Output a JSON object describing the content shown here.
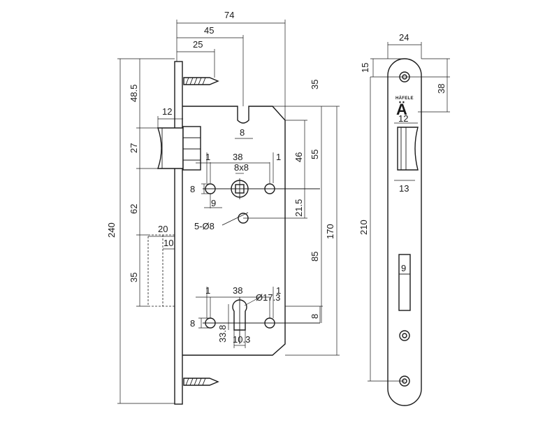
{
  "drawing": {
    "front_view": {
      "dimensions": [
        {
          "key": "d74",
          "label": "74"
        },
        {
          "key": "d45",
          "label": "45"
        },
        {
          "key": "d25",
          "label": "25"
        },
        {
          "key": "d35top",
          "label": "35"
        },
        {
          "key": "d48",
          "label": "48.5"
        },
        {
          "key": "d12a",
          "label": "12"
        },
        {
          "key": "d27",
          "label": "27"
        },
        {
          "key": "d8top",
          "label": "8"
        },
        {
          "key": "d38a",
          "label": "38"
        },
        {
          "key": "d1a",
          "label": "1"
        },
        {
          "key": "d1b",
          "label": "1"
        },
        {
          "key": "d8x8",
          "label": "8x8"
        },
        {
          "key": "d46",
          "label": "46"
        },
        {
          "key": "d55",
          "label": "55"
        },
        {
          "key": "d8l",
          "label": "8"
        },
        {
          "key": "d9",
          "label": "9"
        },
        {
          "key": "d21",
          "label": "21.5"
        },
        {
          "key": "d5d8",
          "label": "5-Ø8"
        },
        {
          "key": "d62",
          "label": "62"
        },
        {
          "key": "d240",
          "label": "240"
        },
        {
          "key": "d20",
          "label": "20"
        },
        {
          "key": "d10",
          "label": "10"
        },
        {
          "key": "d85",
          "label": "85"
        },
        {
          "key": "d170",
          "label": "170"
        },
        {
          "key": "d35b",
          "label": "35"
        },
        {
          "key": "d1c",
          "label": "1"
        },
        {
          "key": "d38b",
          "label": "38"
        },
        {
          "key": "d1d",
          "label": "1"
        },
        {
          "key": "d173",
          "label": "Ø17.3"
        },
        {
          "key": "d8lb",
          "label": "8"
        },
        {
          "key": "d338",
          "label": "33.8"
        },
        {
          "key": "d103",
          "label": "10.3"
        },
        {
          "key": "d8rb",
          "label": "8"
        }
      ]
    },
    "side_view": {
      "brand_text": "HÄFELE",
      "brand_mark": "Ä",
      "dimensions": [
        {
          "key": "s24",
          "label": "24"
        },
        {
          "key": "s15",
          "label": "15"
        },
        {
          "key": "s38",
          "label": "38"
        },
        {
          "key": "s12",
          "label": "12"
        },
        {
          "key": "s13",
          "label": "13"
        },
        {
          "key": "s210",
          "label": "210"
        },
        {
          "key": "s9",
          "label": "9"
        }
      ]
    }
  }
}
